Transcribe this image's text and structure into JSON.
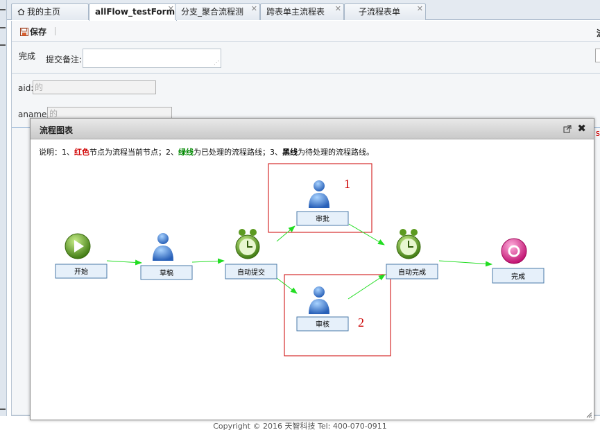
{
  "tabs": [
    {
      "label": "我的主页",
      "icon": "home-icon"
    },
    {
      "label": "allFlow_testForm",
      "active": true
    },
    {
      "label": "分支_聚合流程测"
    },
    {
      "label": "跨表单主流程表"
    },
    {
      "label": "子流程表单"
    }
  ],
  "toolbar": {
    "save_label": "保存",
    "right_label": "流"
  },
  "form": {
    "done_label": "完成",
    "remark_label": "提交备注:",
    "aid_label": "aid:",
    "aid_value": "的",
    "aname_label": "aname:",
    "aname_value": "的",
    "edge_text": "s"
  },
  "footer": {
    "text": "Copyright © 2016 天智科技 Tel: 400-070-0911"
  },
  "dialog": {
    "title": "流程图表",
    "note": {
      "prefix": "说明：1、",
      "red_word": "红色",
      "part1": "节点为流程当前节点；2、",
      "green_word": "绿线",
      "part2": "为已处理的流程路线；3、",
      "black_word": "黑线",
      "part3": "为待处理的流程路线。"
    }
  },
  "flow": {
    "nodes": [
      {
        "id": "start",
        "label": "开始",
        "icon": "play-icon"
      },
      {
        "id": "draft",
        "label": "草稿",
        "icon": "user-icon"
      },
      {
        "id": "auto_submit",
        "label": "自动提交",
        "icon": "clock-icon"
      },
      {
        "id": "approve",
        "label": "审批",
        "icon": "user-icon"
      },
      {
        "id": "review",
        "label": "审核",
        "icon": "user-icon"
      },
      {
        "id": "auto_complete",
        "label": "自动完成",
        "icon": "clock-icon"
      },
      {
        "id": "end",
        "label": "完成",
        "icon": "end-icon"
      }
    ],
    "edges": [
      [
        "start",
        "draft"
      ],
      [
        "draft",
        "auto_submit"
      ],
      [
        "auto_submit",
        "approve"
      ],
      [
        "auto_submit",
        "review"
      ],
      [
        "approve",
        "auto_complete"
      ],
      [
        "review",
        "auto_complete"
      ],
      [
        "auto_complete",
        "end"
      ]
    ],
    "branch_labels": [
      "1",
      "2"
    ],
    "colors": {
      "processed_line": "#22dd22",
      "highlight_box": "#cc0000",
      "node_border": "#4a7aa8",
      "node_fill": "#e6f0fa"
    }
  }
}
